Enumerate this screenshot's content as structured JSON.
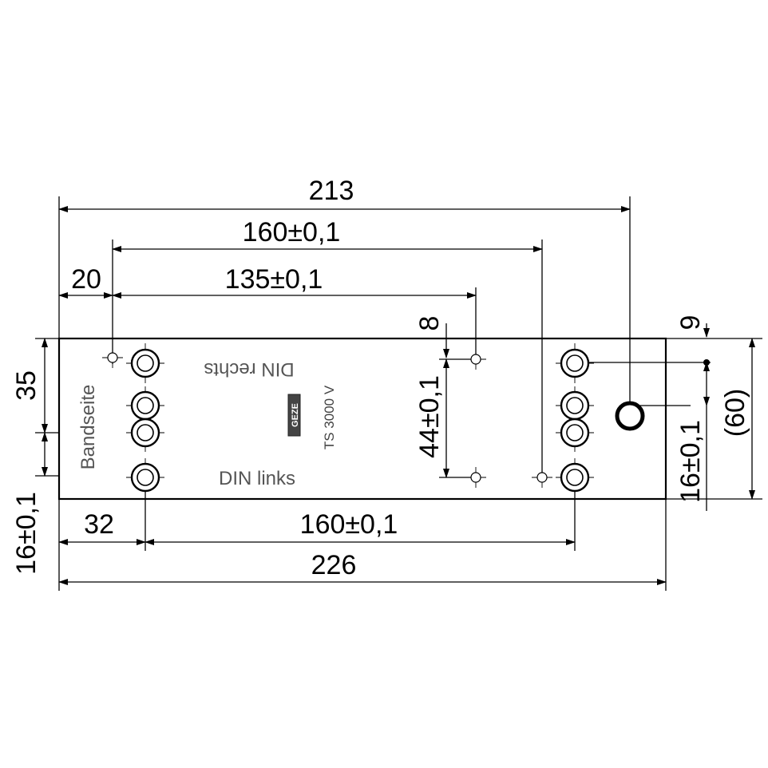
{
  "dimensions": {
    "overall_top": "213",
    "upper_160": "160±0,1",
    "upper_135": "135±0,1",
    "left_20": "20",
    "right_8": "8",
    "right_9": "9",
    "left_35": "35",
    "left_16": "16±0,1",
    "middle_44": "44±0,1",
    "right_16": "16±0,1",
    "right_60": "(60)",
    "bottom_32": "32",
    "bottom_160": "160±0,1",
    "bottom_226": "226"
  },
  "labels": {
    "din_rechts": "DIN rechts",
    "din_links": "DIN links",
    "bandseite": "Bandseite",
    "model": "TS 3000 V",
    "brand": "GEZE"
  }
}
